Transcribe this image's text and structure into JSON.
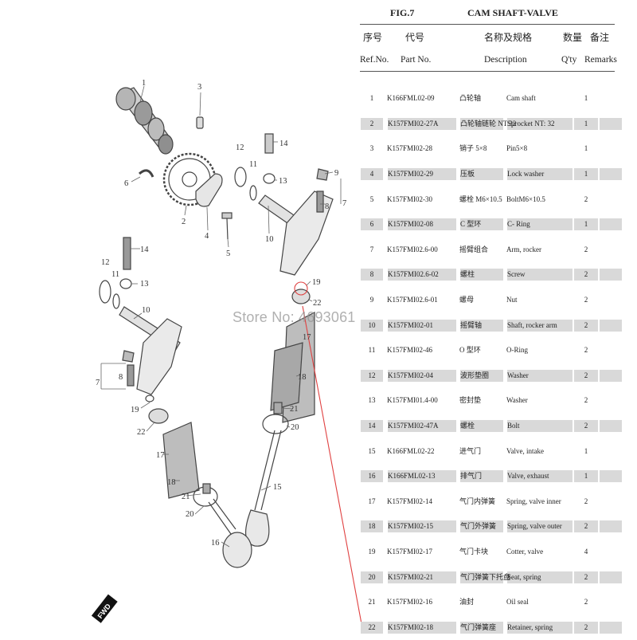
{
  "header": {
    "fig": "FIG.7",
    "title": "CAM SHAFT-VALVE",
    "columns_cn": [
      "序号",
      "代号",
      "名称及规格",
      "数量",
      "备注"
    ],
    "columns_en": [
      "Ref.No.",
      "Part No.",
      "Description",
      "Q'ty",
      "Remarks"
    ]
  },
  "rows": [
    {
      "ref": "1",
      "part": "K166FML02-09",
      "cn": "凸轮轴",
      "desc": "Cam shaft",
      "qty": "1"
    },
    {
      "ref": "2",
      "part": "K157FMI02-27A",
      "cn": "凸轮轴链轮 NT:32",
      "desc": "Sprocket NT: 32",
      "qty": "1"
    },
    {
      "ref": "3",
      "part": "K157FMI02-28",
      "cn": "销子 5×8",
      "desc": "Pin5×8",
      "qty": "1"
    },
    {
      "ref": "4",
      "part": "K157FMI02-29",
      "cn": "压板",
      "desc": "Lock washer",
      "qty": "1"
    },
    {
      "ref": "5",
      "part": "K157FMI02-30",
      "cn": "螺栓 M6×10.5",
      "desc": "BoltM6×10.5",
      "qty": "2"
    },
    {
      "ref": "6",
      "part": "K157FMI02-08",
      "cn": "C 型环",
      "desc": "C- Ring",
      "qty": "1"
    },
    {
      "ref": "7",
      "part": "K157FMI02.6-00",
      "cn": "摇臂组合",
      "desc": "Arm, rocker",
      "qty": "2"
    },
    {
      "ref": "8",
      "part": "K157FMI02.6-02",
      "cn": "螺柱",
      "desc": "Screw",
      "qty": "2"
    },
    {
      "ref": "9",
      "part": "K157FMI02.6-01",
      "cn": "螺母",
      "desc": "Nut",
      "qty": "2"
    },
    {
      "ref": "10",
      "part": "K157FMI02-01",
      "cn": "摇臂轴",
      "desc": "Shaft, rocker arm",
      "qty": "2"
    },
    {
      "ref": "11",
      "part": "K157FMI02-46",
      "cn": "O 型环",
      "desc": "O-Ring",
      "qty": "2"
    },
    {
      "ref": "12",
      "part": "K157FMI02-04",
      "cn": "波形垫圈",
      "desc": "Washer",
      "qty": "2"
    },
    {
      "ref": "13",
      "part": "K157FMI01.4-00",
      "cn": "密封垫",
      "desc": "Washer",
      "qty": "2"
    },
    {
      "ref": "14",
      "part": "K157FMI02-47A",
      "cn": "螺栓",
      "desc": "Bolt",
      "qty": "2"
    },
    {
      "ref": "15",
      "part": "K166FML02-22",
      "cn": "进气门",
      "desc": "Valve, intake",
      "qty": "1"
    },
    {
      "ref": "16",
      "part": "K166FML02-13",
      "cn": "排气门",
      "desc": "Valve, exhaust",
      "qty": "1"
    },
    {
      "ref": "17",
      "part": "K157FMI02-14",
      "cn": "气门内弹簧",
      "desc": "Spring, valve inner",
      "qty": "2"
    },
    {
      "ref": "18",
      "part": "K157FMI02-15",
      "cn": "气门外弹簧",
      "desc": "Spring, valve outer",
      "qty": "2"
    },
    {
      "ref": "19",
      "part": "K157FMI02-17",
      "cn": "气门卡块",
      "desc": "Cotter, valve",
      "qty": "4"
    },
    {
      "ref": "20",
      "part": "K157FMI02-21",
      "cn": "气门弹簧下托盘",
      "desc": "Seat, spring",
      "qty": "2"
    },
    {
      "ref": "21",
      "part": "K157FMI02-16",
      "cn": "油封",
      "desc": "Oil seal",
      "qty": "2"
    },
    {
      "ref": "22",
      "part": "K157FMI02-18",
      "cn": "气门弹簧座",
      "desc": "Retainer, spring",
      "qty": "2"
    }
  ],
  "diagram_labels": [
    "1",
    "2",
    "3",
    "4",
    "5",
    "6",
    "7",
    "8",
    "9",
    "10",
    "11",
    "12",
    "13",
    "14",
    "15",
    "16",
    "17",
    "18",
    "19",
    "20",
    "21",
    "22"
  ],
  "watermark": "Store No: 4693061",
  "fwd_label": "FWD",
  "colors": {
    "shade": "#d9d9d9",
    "callout": "#e04040"
  }
}
